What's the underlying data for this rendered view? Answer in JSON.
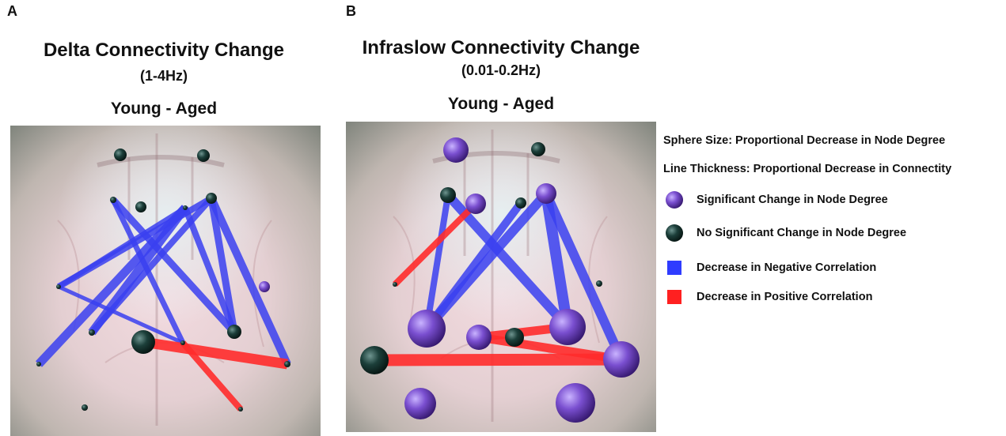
{
  "panel_a": {
    "letter": "A",
    "title": "Delta Connectivity Change",
    "range": "(1-4Hz)",
    "comparison": "Young - Aged"
  },
  "panel_b": {
    "letter": "B",
    "title": "Infraslow Connectivity Change",
    "range": "(0.01-0.2Hz)",
    "comparison": "Young - Aged"
  },
  "legend": {
    "sphere_size": "Sphere Size: Proportional Decrease in Node Degree",
    "line_thickness": "Line Thickness: Proportional Decrease in Connectity",
    "items": [
      {
        "label": "Significant Change in Node Degree",
        "icon": "purple-sphere-icon",
        "color": "#6a3fb8"
      },
      {
        "label": "No Significant Change in Node Degree",
        "icon": "dark-teal-sphere-icon",
        "color": "#123530"
      },
      {
        "label": "Decrease in Negative Correlation",
        "icon": "blue-square-icon",
        "color": "#2f3cff"
      },
      {
        "label": "Decrease in Positive Correlation",
        "icon": "red-square-icon",
        "color": "#ff2020"
      }
    ]
  },
  "colors": {
    "negative_edge": "#3a40f0",
    "positive_edge": "#ff2b2b",
    "significant_node": "#6a3fb8",
    "nonsignificant_node": "#123530"
  }
}
